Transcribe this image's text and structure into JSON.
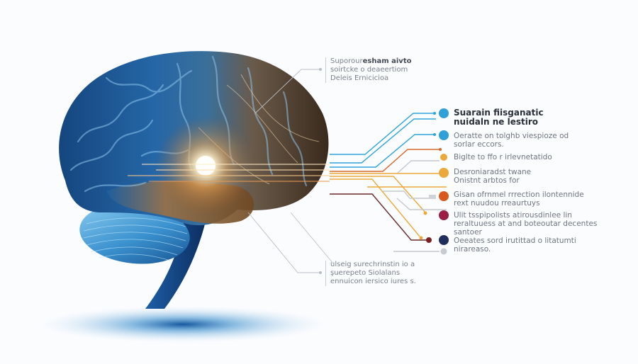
{
  "diagram": {
    "subject": "brain-side-view-illustration",
    "colors": {
      "background": "#fbfcfe",
      "brain_blue": "#1f5d9a",
      "brain_dark": "#0d2c58",
      "glow": "#ffd48a",
      "brain_warm": "#8a5a2a",
      "line_blue": "#2ea3d8",
      "line_orange": "#d8682a",
      "line_yellow": "#eaa93a",
      "line_gray": "#c5c9cf",
      "line_maroon": "#6b2a2a",
      "dot_crimson": "#9b1f45",
      "dot_navy": "#1f2e5a"
    },
    "top_callout": {
      "lines": [
        "Suporour",
        "esham aivto",
        "soirtcke o deaeertiom",
        "Deleis Ernicicioa"
      ]
    },
    "bottom_callout": {
      "lines": [
        "ulseig surechrinstin io a",
        "şuerepeto Siolalans",
        "ennuicon iersico iures s."
      ]
    },
    "legend": [
      {
        "color": "#2fa0d8",
        "dot": "large",
        "bold": true,
        "lines": [
          "Suarain fiisganatic",
          "nuidaln ne lestiro"
        ]
      },
      {
        "color": "#2fa0d8",
        "dot": "large",
        "bold": false,
        "lines": [
          "Oeratte on tolghb viespioze od",
          "sorlar eccors."
        ]
      },
      {
        "color": "#eaa93a",
        "dot": "small",
        "bold": false,
        "lines": [
          "Biglte to ffo r irlevnetatido"
        ]
      },
      {
        "color": "#eaa93a",
        "dot": "large",
        "bold": false,
        "lines": [
          "Desroniaradst twane",
          "Onistnt arbtos for"
        ]
      },
      {
        "color": "#d9581f",
        "dot": "large",
        "bold": false,
        "lines": [
          "Gisan ofrnmel rrrection ilontennide",
          "rext nuudou rreaurtuys"
        ]
      },
      {
        "color": "#9b1f45",
        "dot": "large",
        "bold": false,
        "lines": [
          "Ulit tsspipolists atirousdinlee lin",
          "reraltuuess at and boteoutar decentes",
          "santoer"
        ]
      },
      {
        "color": "#1f2e5a",
        "dot": "large",
        "bold": false,
        "lines": [
          "Oeeates sord irutittad o litatumti",
          "nirareaso."
        ]
      }
    ]
  }
}
